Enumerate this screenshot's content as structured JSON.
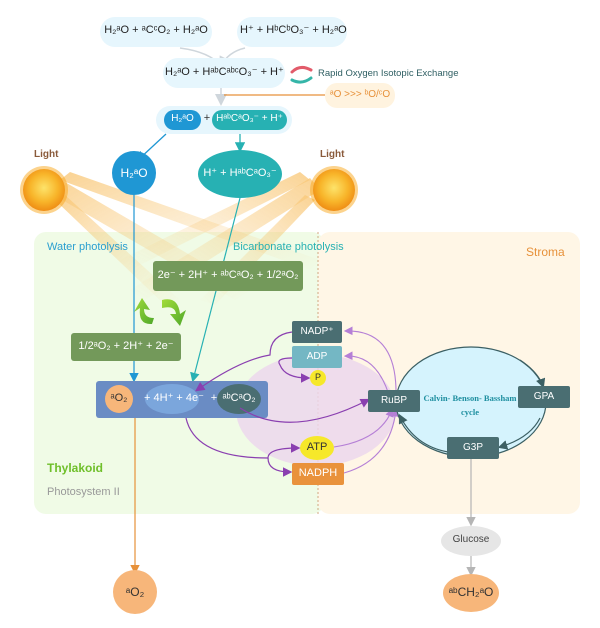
{
  "colors": {
    "pill_bg": "#e6f6fd",
    "water_blue": "#1f97d4",
    "bicarb_teal": "#27b1b3",
    "thylakoid_bg": "#f0fbe6",
    "stroma_bg": "#fff6e6",
    "green_box": "#73995a",
    "complex_box": "#6a8cc4",
    "oxygen_orange": "#f7b67a",
    "dark_teal": "#4a6e72",
    "light_teal": "#74b7c4",
    "atp_yellow": "#f6e82a",
    "nadph_orange": "#e9923c",
    "cycle_fill": "#d5f3fd",
    "glucose_gray": "#e6e6e6",
    "purple": "#8a3fb0",
    "light_purple": "#b57fd6",
    "arrow_gray": "#b5b5b5",
    "orange_line": "#e7913a"
  },
  "top": {
    "eq_left": {
      "parts": [
        "H",
        "2",
        "a",
        "O + ",
        "a",
        "C",
        "c",
        "O",
        "2",
        " + H",
        "2",
        "a",
        "O"
      ]
    },
    "eq_left_text": "H₂ᵃO + ᵃCᶜO₂ + H₂ᵃO",
    "eq_right_text": "H⁺ + HᵇCᵇO₃⁻ + H₂ᵃO",
    "eq_middle_text": "H₂ᵃO + HᵃᵇCᵃᵇᶜO₃⁻ + H⁺",
    "exchange_label": "Rapid Oxygen Isotopic Exchange",
    "ratio_label": "ᵃO >>> ᵇO/ᶜO",
    "split_water": "H₂ᵃO",
    "split_plus": "+",
    "split_bicarb": "HᵃᵇCᵃO₃⁻ + H⁺"
  },
  "nodes": {
    "water_circle": "H₂ᵃO",
    "bicarb_ellipse": "H⁺ + HᵃᵇCᵃO₃⁻",
    "light_left": "Light",
    "light_right": "Light"
  },
  "regions": {
    "water_photolysis": "Water photolysis",
    "bicarbonate_photolysis": "Bicarbonate photolysis",
    "stroma": "Stroma",
    "thylakoid": "Thylakoid",
    "photosystem": "Photosystem  II"
  },
  "reactions": {
    "bicarb_products": "2e⁻ + 2H⁺ + ᵃᵇCᵃO₂ + 1/2ᵃO₂",
    "water_products": "1/2ᵃO₂ + 2H⁺ + 2e⁻",
    "complex_o2": "ᵃO₂",
    "complex_mid": "+ 4H⁺ + 4e⁻",
    "complex_plus": "+",
    "complex_co2": "ᵃᵇCᵃO₂"
  },
  "energy": {
    "nadp": "NADP⁺",
    "adp": "ADP",
    "p": "P",
    "atp": "ATP",
    "nadph": "NADPH"
  },
  "cycle": {
    "rubp": "RuBP",
    "gpa": "GPA",
    "g3p": "G3P",
    "title_line1": "Calvin- Benson- Bassham",
    "title_line2": "cycle"
  },
  "outputs": {
    "o2": "ᵃO₂",
    "glucose": "Glucose",
    "sugar": "ᵃᵇCH₂ᵃO"
  }
}
